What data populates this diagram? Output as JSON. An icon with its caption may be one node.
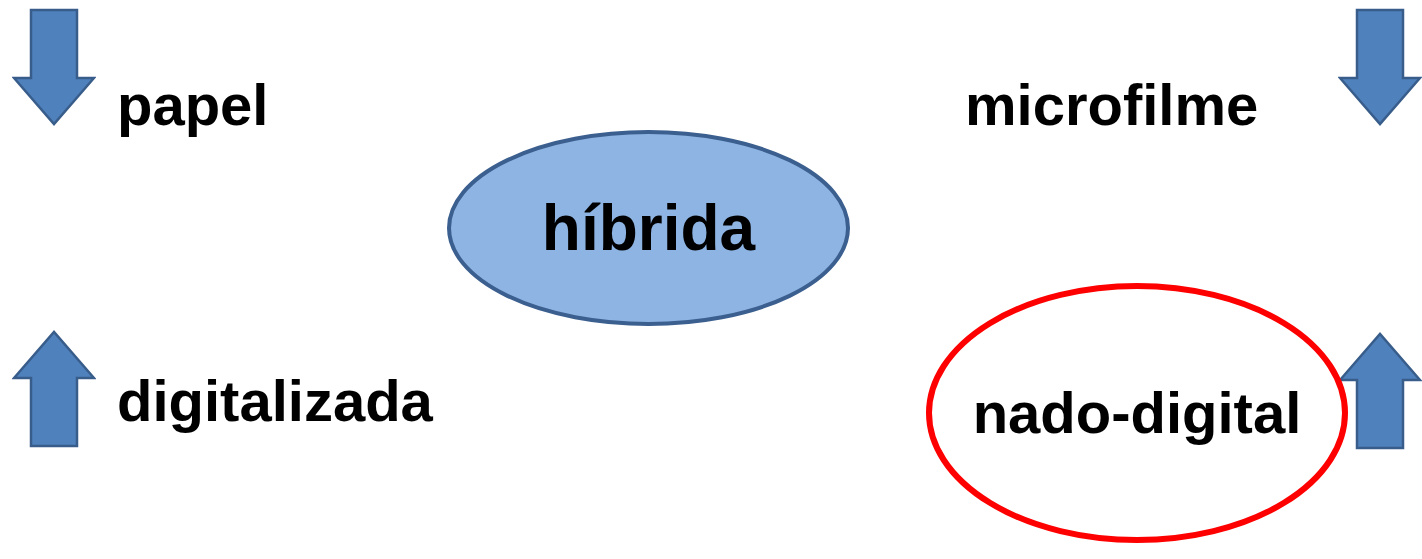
{
  "diagram": {
    "nodes": [
      {
        "text": [
          "híbrida"
        ]
      },
      {
        "text": [
          "nado-digital"
        ]
      }
    ],
    "labels": [
      "papel",
      "microfilme",
      "digitalizada"
    ]
  }
}
